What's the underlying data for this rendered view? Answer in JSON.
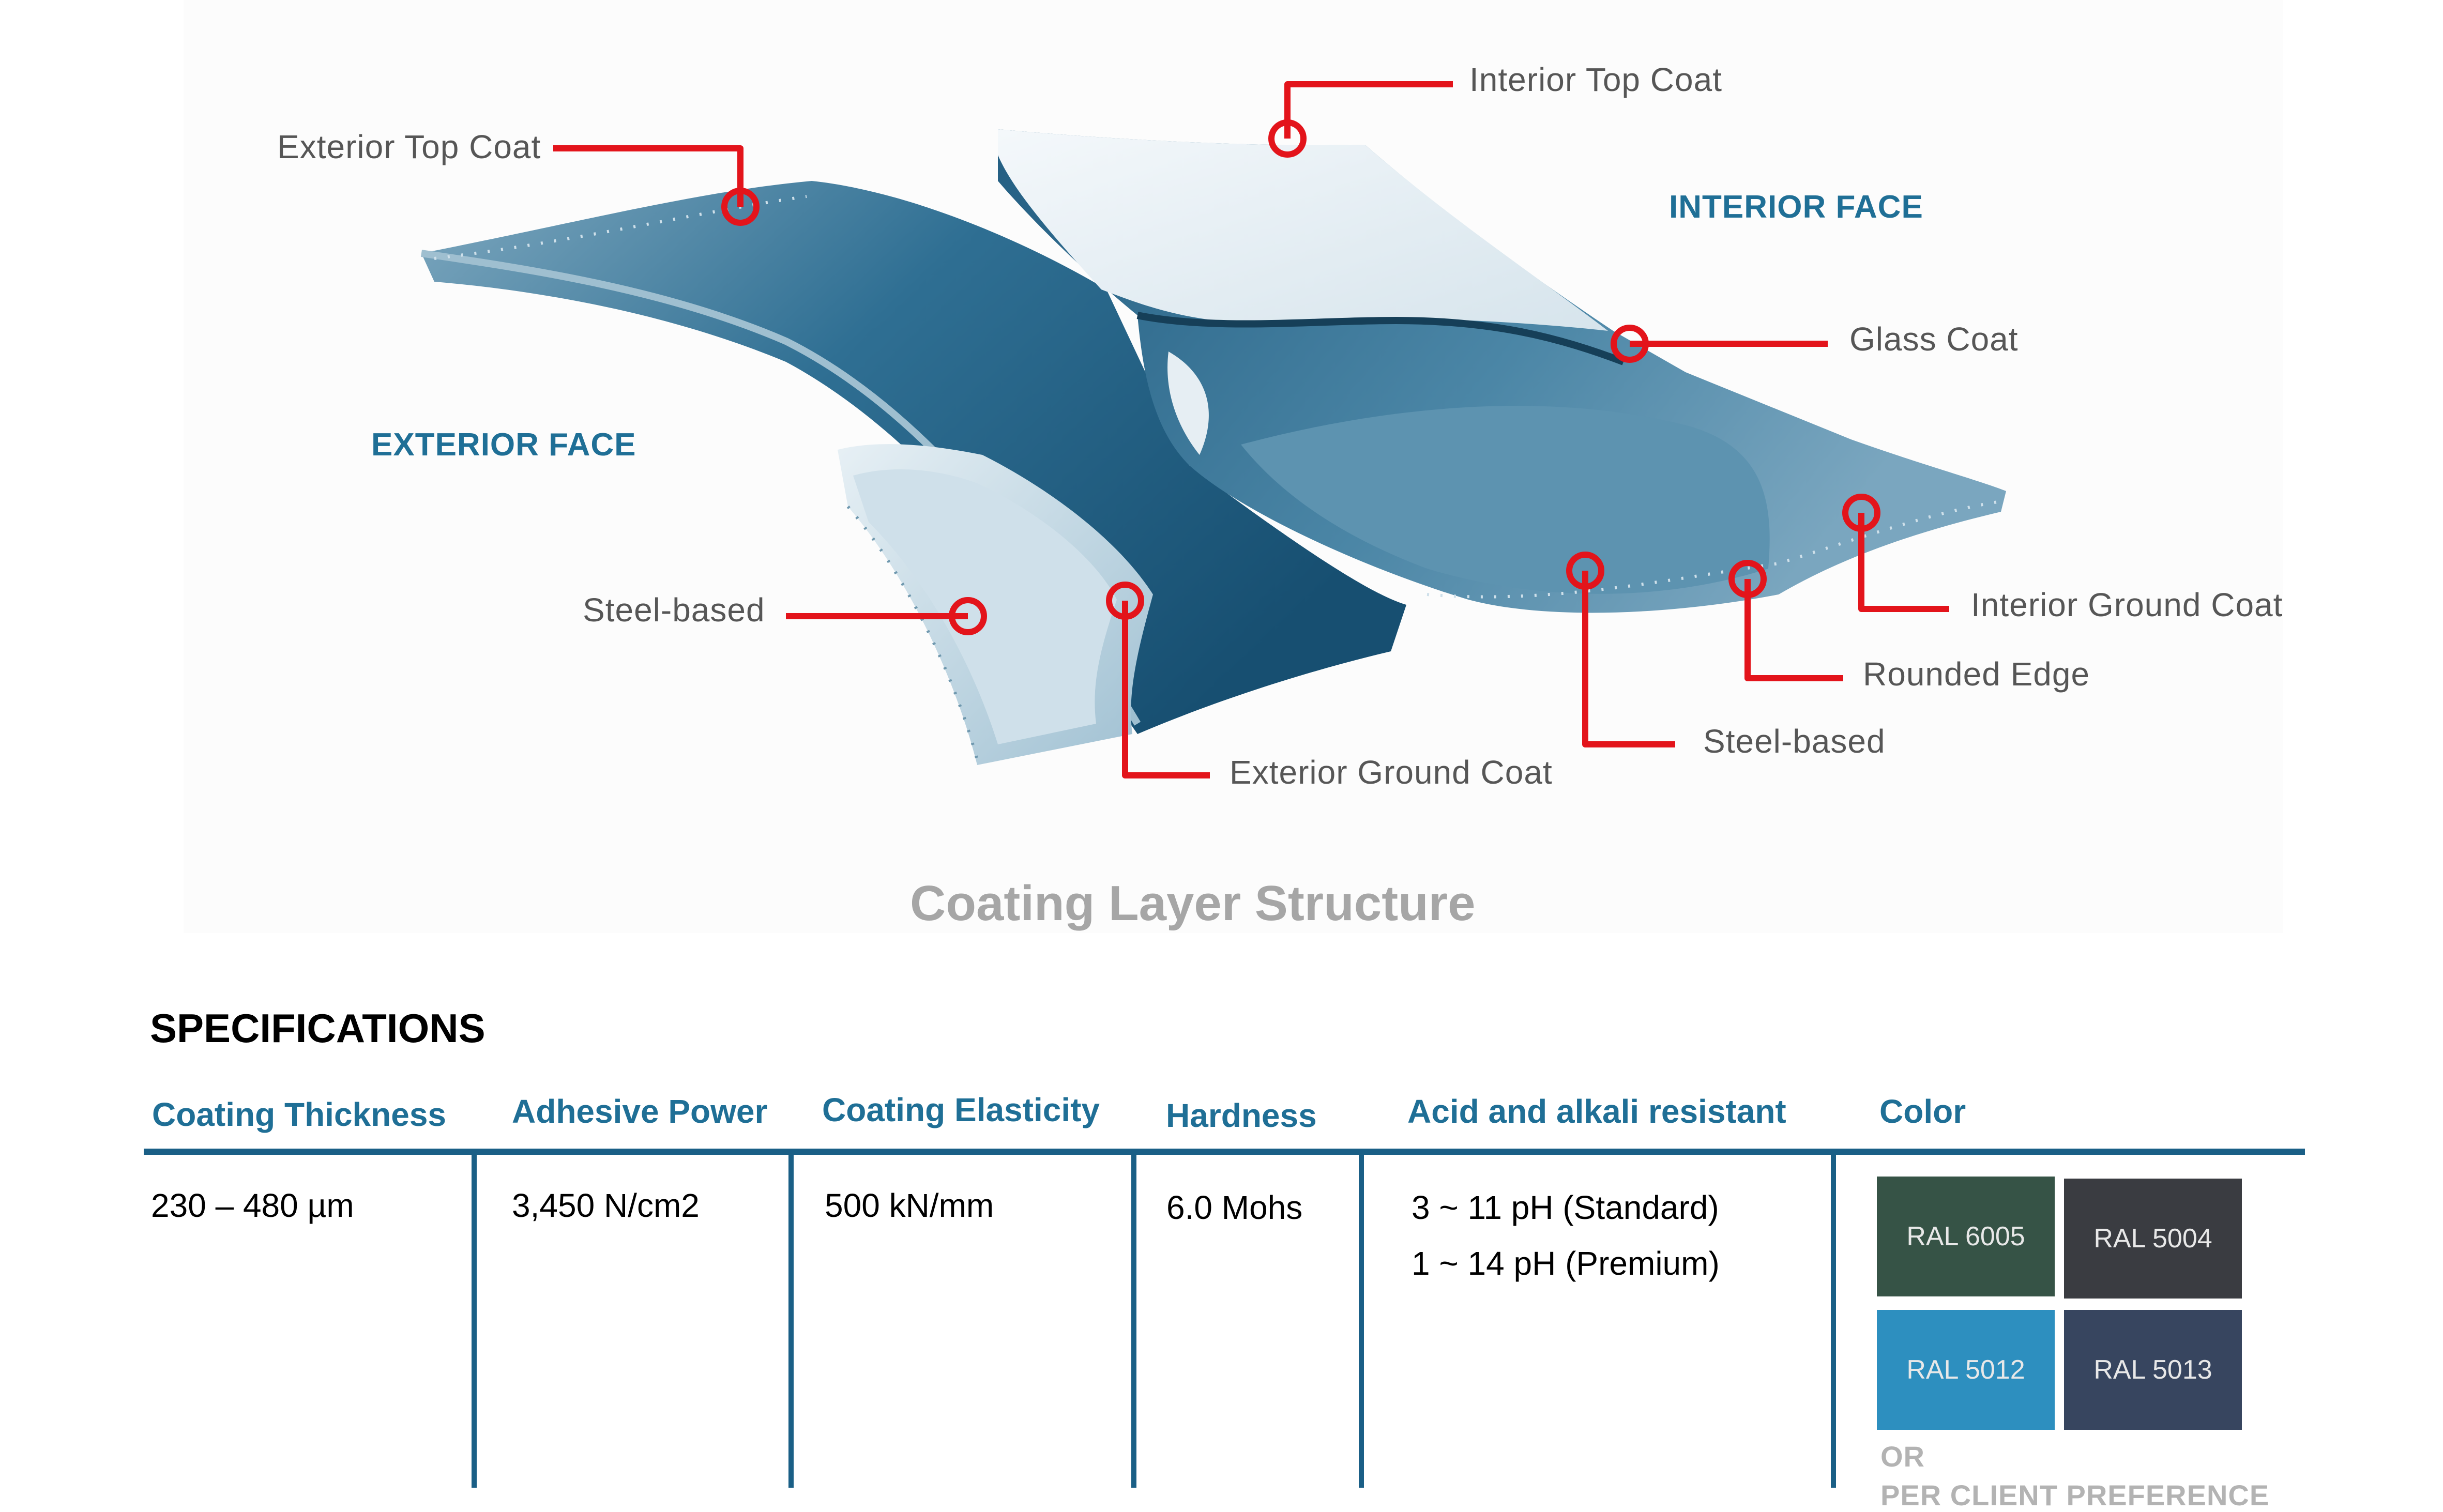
{
  "callouts": {
    "exterior_top_coat": "Exterior Top Coat",
    "interior_top_coat": "Interior Top Coat",
    "glass_coat": "Glass Coat",
    "steel_based_left": "Steel-based",
    "exterior_ground_coat": "Exterior Ground Coat",
    "steel_based_right": "Steel-based",
    "rounded_edge": "Rounded Edge",
    "interior_ground_coat": "Interior Ground Coat"
  },
  "faces": {
    "interior": "INTERIOR FACE",
    "exterior": "EXTERIOR FACE"
  },
  "caption": "Coating Layer Structure",
  "specifications": {
    "title": "SPECIFICATIONS",
    "columns": [
      {
        "header": "Coating Thickness",
        "values": [
          "230 – 480 µm"
        ]
      },
      {
        "header": "Adhesive Power",
        "values": [
          "3,450 N/cm2"
        ]
      },
      {
        "header": "Coating Elasticity",
        "values": [
          "500 kN/mm"
        ]
      },
      {
        "header": "Hardness",
        "values": [
          "6.0 Mohs"
        ]
      },
      {
        "header": "Acid and alkali resistant",
        "values": [
          "3 ~ 11 pH (Standard)",
          "1 ~ 14 pH (Premium)"
        ]
      },
      {
        "header": "Color",
        "values": []
      }
    ],
    "colors": [
      {
        "label": "RAL 6005",
        "hex": "#365346"
      },
      {
        "label": "RAL 5004",
        "hex": "#3a3c41"
      },
      {
        "label": "RAL 5012",
        "hex": "#2d8fbf"
      },
      {
        "label": "RAL 5013",
        "hex": "#37455f"
      }
    ],
    "or_label": "OR",
    "preference_label": "PER CLIENT PREFERENCE"
  },
  "colors": {
    "accent": "#1f6f96",
    "callout_red": "#e3141b",
    "panel_dark": "#1e5d80",
    "panel_light": "#e9f0f4"
  }
}
